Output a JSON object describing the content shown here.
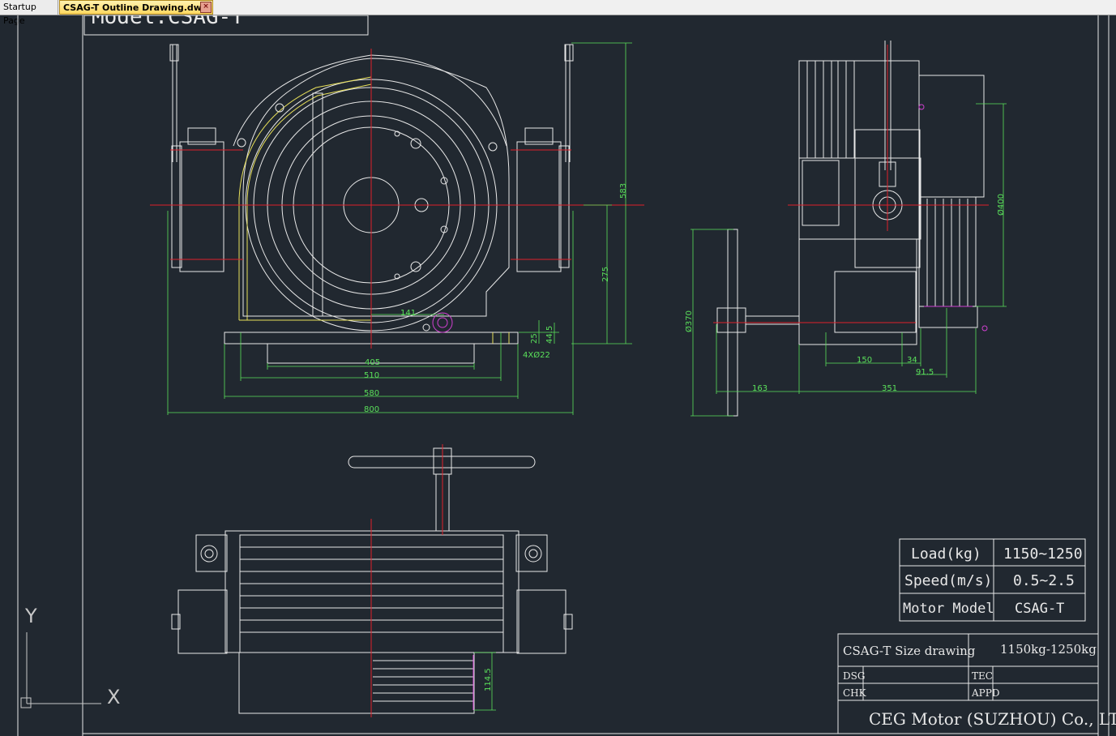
{
  "tabs": {
    "startup": "Startup Page",
    "active": "CSAG-T Outline Drawing.dwg",
    "close_glyph": "×"
  },
  "colors": {
    "background": "#212830",
    "line": "#e8e8e8",
    "centerline": "#e0202a",
    "dimension": "#5ae05a",
    "accent_yellow": "#e8e05a",
    "accent_magenta": "#d040d0",
    "ucs": "#c8c8c8"
  },
  "drawing": {
    "model_label": "Model:CSAG-T",
    "ucs_y": "Y",
    "ucs_x": "X",
    "front_dims": {
      "d583": "583",
      "d275": "275",
      "d141": "141",
      "d25": "25",
      "d44": "44.5",
      "d405": "405",
      "d510": "510",
      "d580": "580",
      "d800": "800",
      "holes": "4XØ22"
    },
    "side_dims": {
      "d400": "Ø400",
      "d370": "Ø370",
      "d150": "150",
      "d34": "34",
      "d915": "91.5",
      "d163": "163",
      "d351": "351"
    },
    "top_dims": {
      "d1145": "114.5"
    }
  },
  "spec_table": {
    "rows": [
      {
        "label": "Load(kg)",
        "value": "1150~1250"
      },
      {
        "label": "Speed(m/s)",
        "value": "0.5~2.5"
      },
      {
        "label": "Motor Model",
        "value": "CSAG-T"
      }
    ]
  },
  "title_block": {
    "title": "CSAG-T  Size drawing",
    "range": "1150kg-1250kg",
    "dsg": "DSG",
    "tec": "TEC",
    "chk": "CHK",
    "appd": "APPD",
    "company": "CEG  Motor  (SUZHOU)  Co., LTD"
  }
}
